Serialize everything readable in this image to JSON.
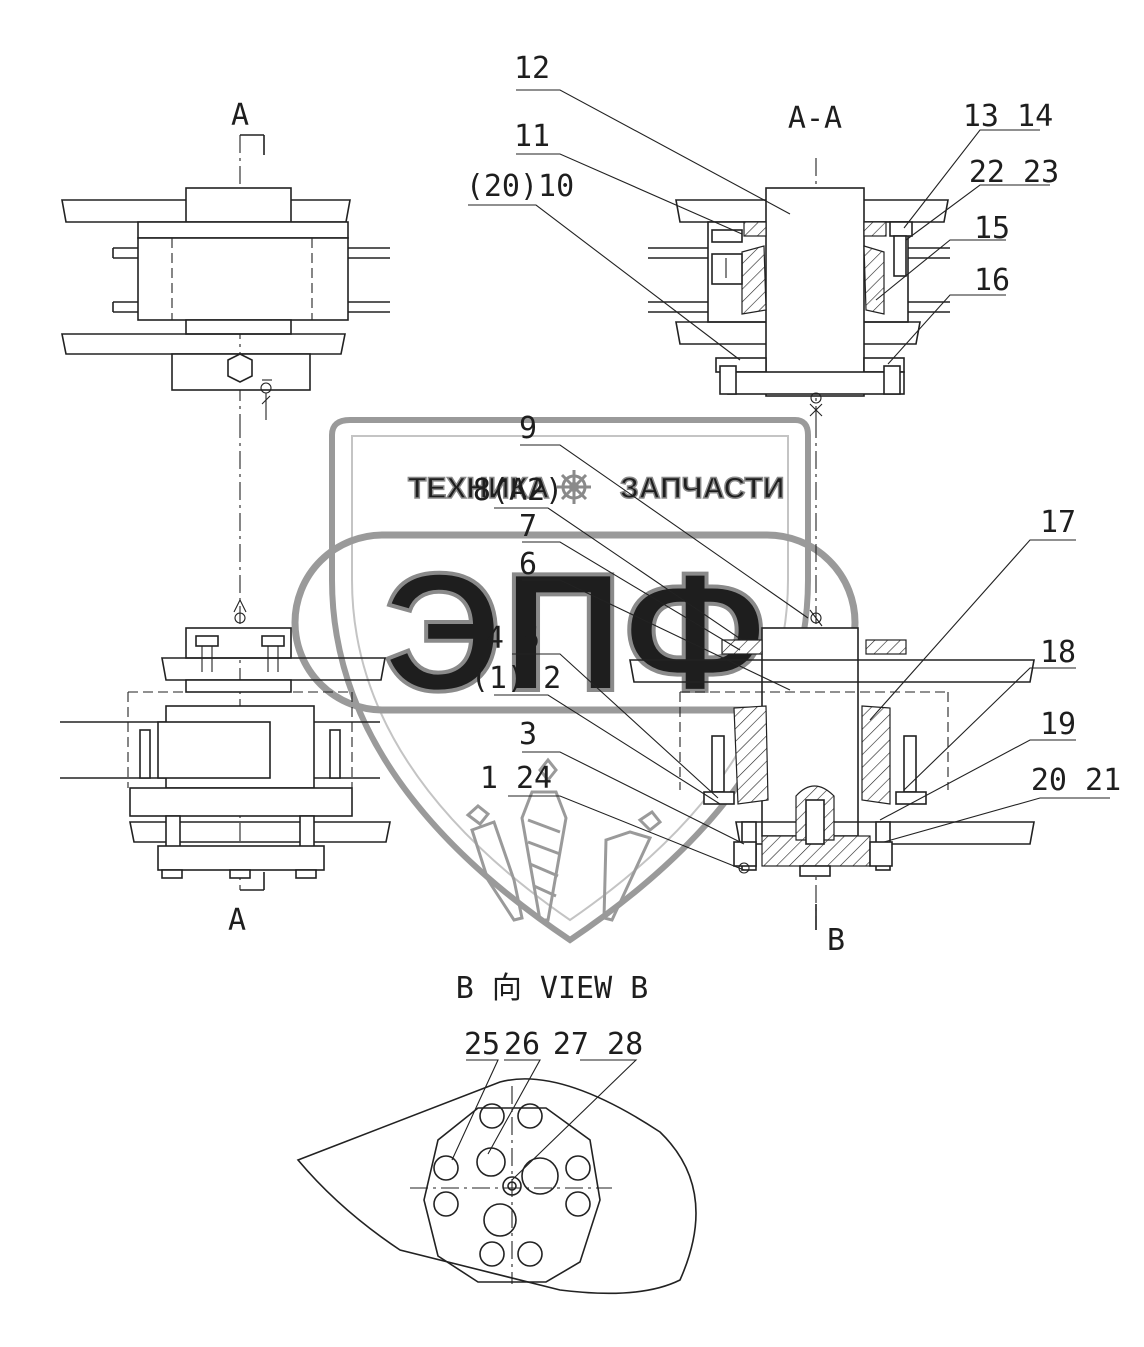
{
  "watermark": {
    "left_word": "ТЕХНИКА",
    "right_word": "ЗАПЧАСТИ",
    "logo_letters": "ЭПФ",
    "colors": {
      "fill": "#e6e6e6",
      "stroke": "#8a8a8a"
    }
  },
  "section_marks": {
    "a_top": "A",
    "a_bottom": "A",
    "section_aa": "A-A",
    "b_arrow": "B",
    "view_b": "B 向 VIEW B"
  },
  "callouts": {
    "c12": "12",
    "c11": "11",
    "c20_10": "(20)10",
    "c13_14": "13 14",
    "c22_23": "22 23",
    "c15": "15",
    "c16": "16",
    "c9": "9",
    "c8_2": "8(A2)",
    "c7": "7",
    "c6": "6",
    "c4_5": "4 5",
    "c1_2": "(1) 2",
    "c3": "3",
    "c1_24": "1 24",
    "c17": "17",
    "c18": "18",
    "c19": "19",
    "c20_21": "20 21",
    "c25": "25",
    "c26": "26",
    "c27_28": "27 28"
  }
}
